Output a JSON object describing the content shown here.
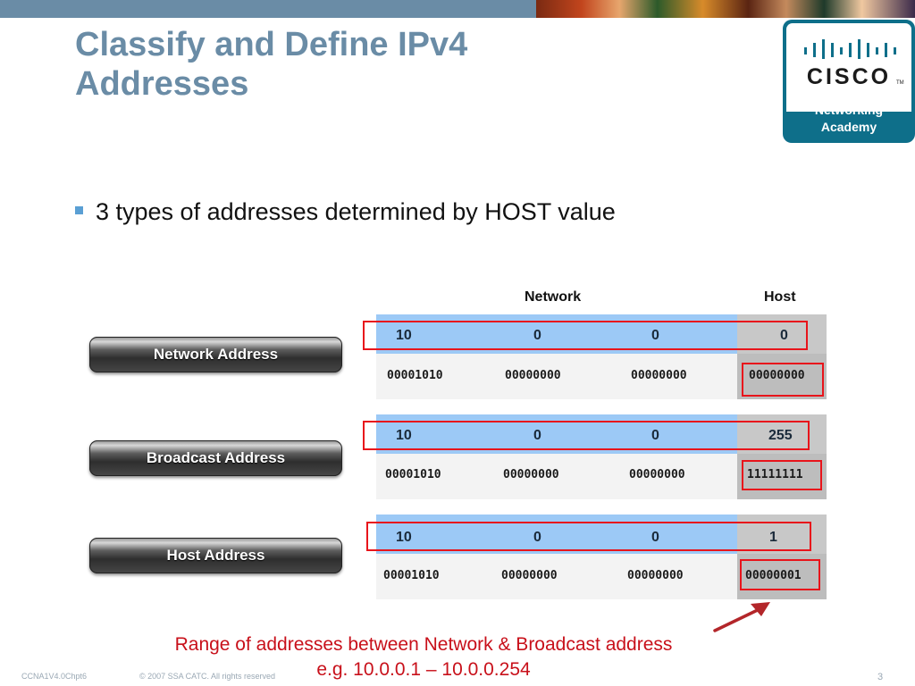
{
  "slide": {
    "title_line1": "Classify and Define IPv4",
    "title_line2": "Addresses",
    "bullet": "3 types of addresses determined by HOST value",
    "column_network": "Network",
    "column_host": "Host",
    "caption_line1": "Range of addresses between Network & Broadcast address",
    "caption_line2": "e.g. 10.0.0.1 – 10.0.0.254",
    "footer_left": "CCNA1V4.0Chpt6",
    "footer_copyright": "© 2007 SSA CATC. All rights reserved",
    "page_number": "3"
  },
  "logo": {
    "wordmark": "CISCO",
    "trademark": "TM",
    "caption_line1": "Networking",
    "caption_line2": "Academy"
  },
  "rows": [
    {
      "label": "Network Address",
      "decimal": [
        "10",
        "0",
        "0",
        "0"
      ],
      "binary": [
        "00001010",
        "00000000",
        "00000000",
        "00000000"
      ]
    },
    {
      "label": "Broadcast Address",
      "decimal": [
        "10",
        "0",
        "0",
        "255"
      ],
      "binary": [
        "00001010",
        "00000000",
        "00000000",
        "11111111"
      ]
    },
    {
      "label": "Host Address",
      "decimal": [
        "10",
        "0",
        "0",
        "1"
      ],
      "binary": [
        "00001010",
        "00000000",
        "00000000",
        "00000001"
      ]
    }
  ],
  "colors": {
    "title": "#6a8ca6",
    "network_band": "#9cc9f6",
    "host_band": "#c8c8c8",
    "highlight": "#e8141b",
    "caption": "#c8101a",
    "logo_brand": "#0e6f8a"
  }
}
